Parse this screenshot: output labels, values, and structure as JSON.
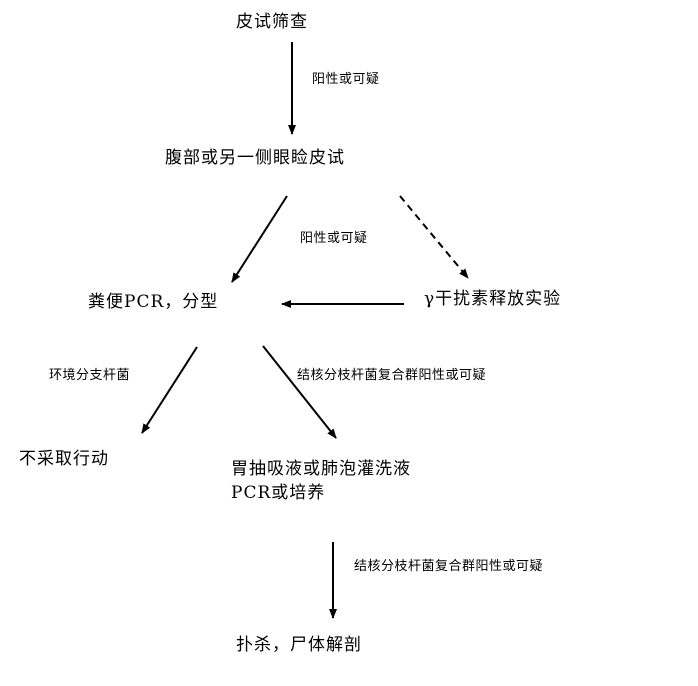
{
  "nodes": {
    "skin_screen": "皮试筛查",
    "abdomen_eyelid_test": "腹部或另一侧眼睑皮试",
    "feces_pcr": "粪便PCR，分型",
    "ifn_gamma": "γ干扰素释放实验",
    "no_action": "不采取行动",
    "gastric_bal_line1": "胃抽吸液或肺泡灌洗液",
    "gastric_bal_line2": "PCR或培养",
    "cull_necropsy": "扑杀，尸体解剖"
  },
  "labels": {
    "positive_or_suspect_1": "阳性或可疑",
    "positive_or_suspect_2": "阳性或可疑",
    "env_mycobacteria": "环境分支杆菌",
    "mtbc_positive_1": "结核分枝杆菌复合群阳性或可疑",
    "mtbc_positive_2": "结核分枝杆菌复合群阳性或可疑"
  },
  "colors": {
    "ink": "#000000",
    "background": "#ffffff"
  }
}
